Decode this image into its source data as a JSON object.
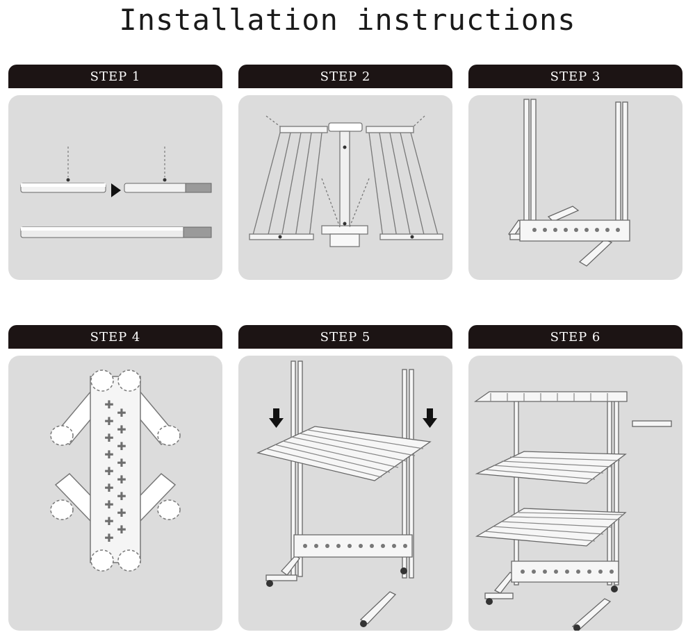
{
  "page": {
    "title": "Installation instructions"
  },
  "steps": [
    {
      "label": "STEP 1"
    },
    {
      "label": "STEP 2"
    },
    {
      "label": "STEP 3"
    },
    {
      "label": "STEP 4"
    },
    {
      "label": "STEP 5"
    },
    {
      "label": "STEP 6"
    }
  ],
  "colors": {
    "tab": "#1c1414",
    "panel": "#dcdcdc",
    "line": "#555555"
  }
}
